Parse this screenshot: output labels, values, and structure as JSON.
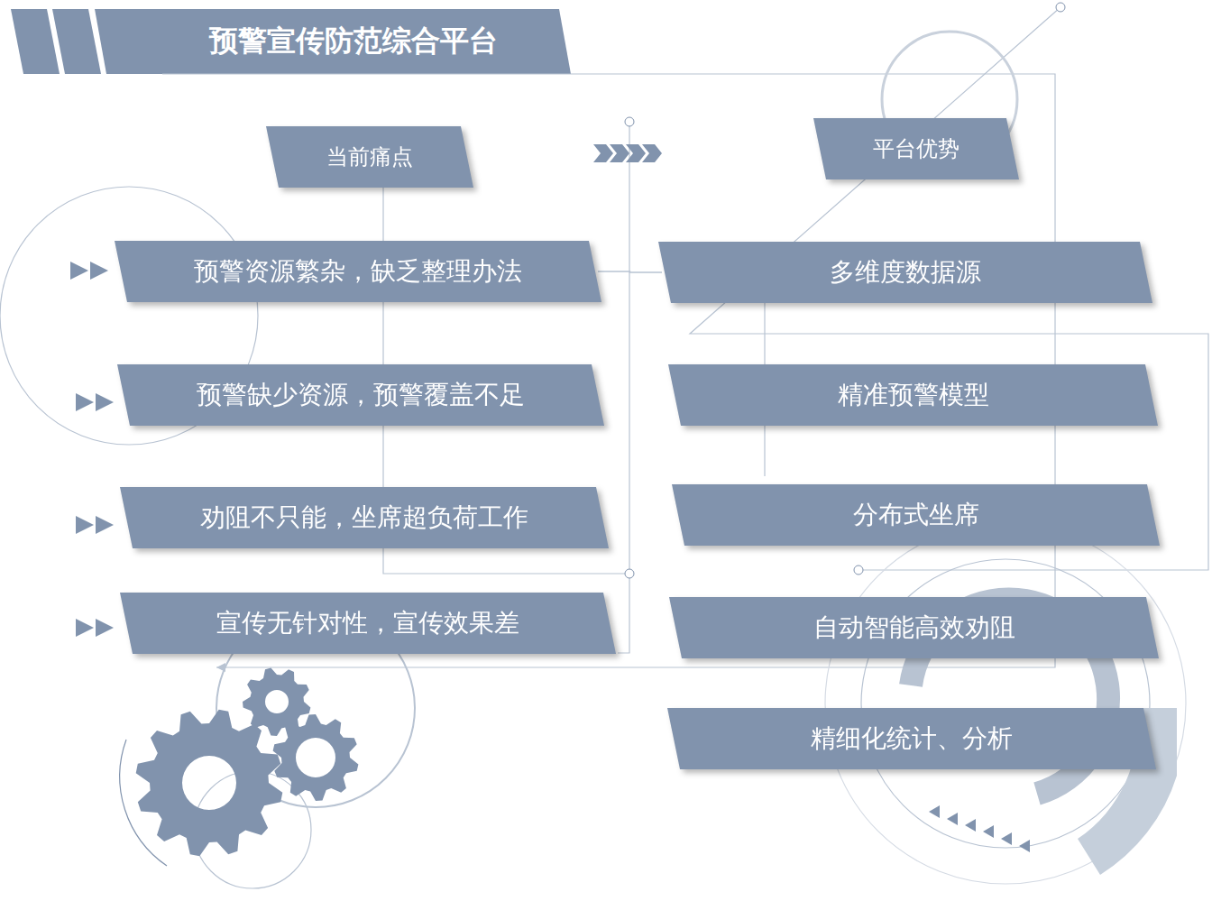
{
  "diagram": {
    "title": "预警宣传防范综合平台",
    "nodes": [
      {
        "text": [
          "当前痛点"
        ]
      },
      {
        "text": [
          "平台优势"
        ]
      },
      {
        "text": [
          "预警资源繁杂，缺乏整理办法"
        ]
      },
      {
        "text": [
          "多维度数据源"
        ]
      },
      {
        "text": [
          "预警缺少资源，预警覆盖不足"
        ]
      },
      {
        "text": [
          "精准预警模型"
        ]
      },
      {
        "text": [
          "劝阻不只能，坐席超负荷工作"
        ]
      },
      {
        "text": [
          "分布式坐席"
        ]
      },
      {
        "text": [
          "宣传无针对性，宣传效果差"
        ]
      },
      {
        "text": [
          "自动智能高效劝阻"
        ]
      },
      {
        "text": [
          "精细化统计、分析"
        ]
      }
    ],
    "edges": [
      {
        "from": 2,
        "to": 3,
        "arrow": "none"
      }
    ]
  }
}
